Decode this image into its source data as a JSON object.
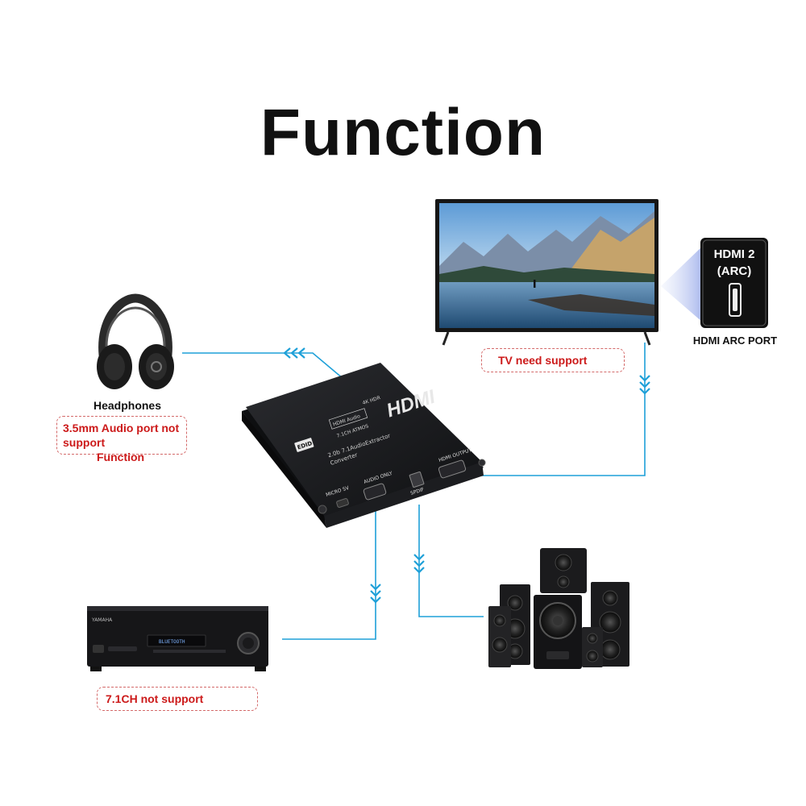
{
  "title": "Function",
  "devices": {
    "tv": {
      "note": "TV need support"
    },
    "arc": {
      "line1": "HDMI 2",
      "line2": "(ARC)",
      "caption": "HDMI ARC PORT"
    },
    "headphones": {
      "caption": "Headphones",
      "note_line1": "3.5mm Audio port not",
      "note_line2a": "support",
      "note_line2b": "Function"
    },
    "receiver": {
      "note": "7.1CH not support",
      "brand": "YAMAHA",
      "display": "BLUETOOTH"
    },
    "converter": {
      "logo": "HDMI",
      "spec": "2.0b 7.1AudioExtractor",
      "spec2": "Converter",
      "badge1": "4K HDR",
      "badge2": "HDMI Audio",
      "badge3": "7.1CH ATMOS",
      "edid": "EDID",
      "port_micro": "MICRO 5V",
      "port_audio": "AUDIO ONLY",
      "port_spdif": "SPDIF",
      "port_hdmi_out": "HDMI OUTPUT"
    }
  },
  "colors": {
    "connector": "#1ea0d8",
    "note": "#cc1a1a",
    "device": "#1b1b1d"
  }
}
